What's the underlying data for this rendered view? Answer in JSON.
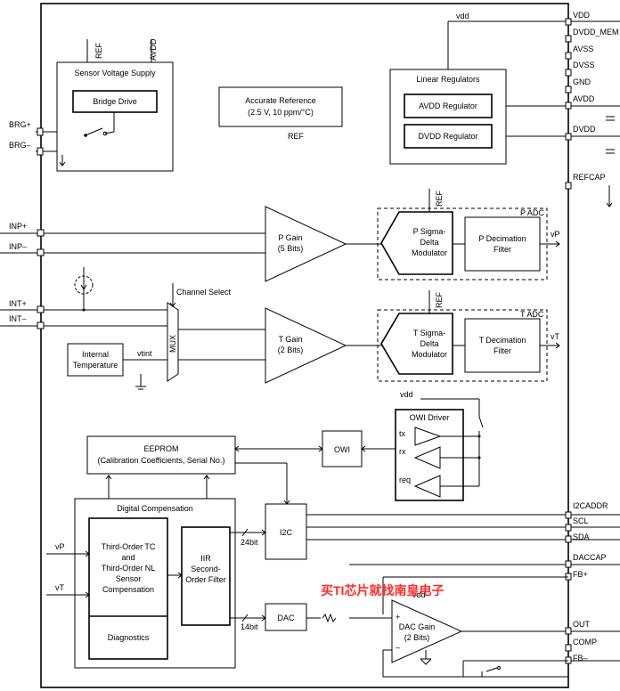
{
  "pins_left": {
    "brg_p": "BRG+",
    "brg_m": "BRG–",
    "inp_p": "INP+",
    "inp_m": "INP–",
    "int_p": "INT+",
    "int_m": "INT–"
  },
  "pins_right": {
    "vdd": "VDD",
    "dvdd_mem": "DVDD_MEM",
    "avss": "AVSS",
    "dvss": "DVSS",
    "gnd": "GND",
    "avdd": "AVDD",
    "dvdd": "DVDD",
    "refcap": "REFCAP",
    "i2caddr": "I2CADDR",
    "scl": "SCL",
    "sda": "SDA",
    "daccap": "DACCAP",
    "fbp": "FB+",
    "out": "OUT",
    "comp": "COMP",
    "fbm": "FB–"
  },
  "sensor_supply": {
    "title": "Sensor Voltage Supply",
    "ref": "REF",
    "avdd": "AVDD",
    "bridge": "Bridge Drive"
  },
  "accurate_ref": {
    "line1": "Accurate Reference",
    "line2": "(2.5 V, 10 ppm/°C)",
    "ref": "REF"
  },
  "linear_reg": {
    "title": "Linear Regulators",
    "avdd": "AVDD Regulator",
    "dvdd": "DVDD Regulator",
    "vdd": "vdd"
  },
  "p_adc": {
    "label": "P ADC",
    "gain_l1": "P Gain",
    "gain_l2": "(5 Bits)",
    "mod_l1": "P Sigma-",
    "mod_l2": "Delta",
    "mod_l3": "Modulator",
    "dec_l1": "P Decimation",
    "dec_l2": "Filter",
    "ref": "REF",
    "out": "vP"
  },
  "t_adc": {
    "label": "T ADC",
    "gain_l1": "T Gain",
    "gain_l2": "(2 Bits)",
    "mod_l1": "T Sigma-",
    "mod_l2": "Delta",
    "mod_l3": "Modulator",
    "dec_l1": "T Decimation",
    "dec_l2": "Filter",
    "ref": "REF",
    "out": "vT"
  },
  "mux": {
    "label": "MUX",
    "channel_select": "Channel Select",
    "vtint": "vtint"
  },
  "internal_temp": {
    "line1": "Internal",
    "line2": "Temperature"
  },
  "eeprom": {
    "line1": "EEPROM",
    "line2": "(Calibration Coefficients, Serial No.)"
  },
  "owi": {
    "label": "OWI",
    "driver": "OWI Driver",
    "vdd": "vdd",
    "tx": "tx",
    "rx": "rx",
    "req": "req"
  },
  "digital_comp": {
    "title": "Digital Compensation",
    "tc_l1": "Third-Order TC",
    "tc_l2": "and",
    "tc_l3": "Third-Order NL",
    "tc_l4": "Sensor",
    "tc_l5": "Compensation",
    "diag": "Diagnostics",
    "iir_l1": "IIR",
    "iir_l2": "Second-",
    "iir_l3": "Order Filter",
    "vp": "vP",
    "vt": "vT",
    "bits24": "24bit",
    "bits14": "14bit"
  },
  "i2c": {
    "label": "I2C"
  },
  "dac": {
    "label": "DAC",
    "gain_l1": "DAC Gain",
    "gain_l2": "(2 Bits)",
    "vdd": "vdd"
  },
  "watermark": "买TI芯片就找南皇电子"
}
